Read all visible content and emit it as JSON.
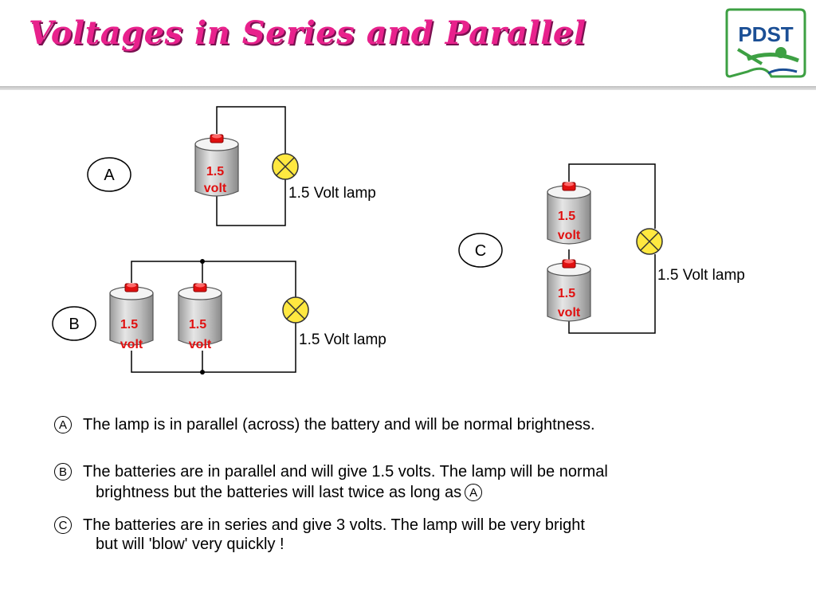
{
  "title": "Voltages in Series and Parallel",
  "logo": {
    "text": "PDST",
    "colors": {
      "green": "#3da043",
      "blue": "#1b4f95"
    }
  },
  "battery_label_line1": "1.5",
  "battery_label_line2": "volt",
  "lamp_label": "1.5 Volt lamp",
  "circuits": {
    "a": {
      "label": "A"
    },
    "b": {
      "label": "B"
    },
    "c": {
      "label": "C"
    }
  },
  "captions": {
    "a": {
      "marker": "A",
      "line1": "The lamp is in parallel (across) the battery and will be normal brightness."
    },
    "b": {
      "marker": "B",
      "line1": "The batteries are in parallel and will give 1.5 volts. The lamp will  be normal",
      "line2": "brightness but the batteries will last twice as long as",
      "ref_marker": "A"
    },
    "c": {
      "marker": "C",
      "line1": "The batteries are in series and give 3 volts. The lamp will be very bright",
      "line2": "but will 'blow' very quickly !"
    }
  },
  "colors": {
    "title": "#e8218c",
    "lamp": "#ffe840",
    "battery_label": "#e01010",
    "terminal": "#e01010"
  }
}
